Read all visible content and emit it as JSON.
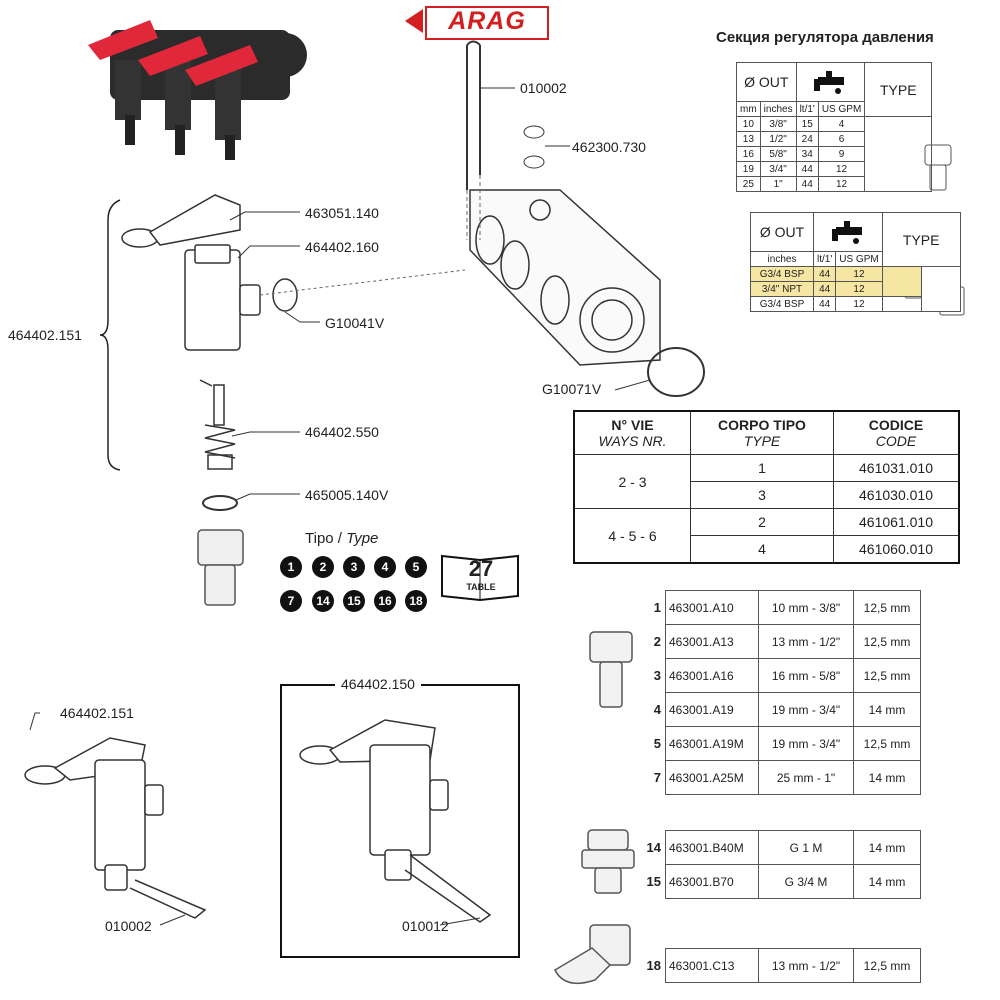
{
  "brand": "ARAG",
  "ru_title": "Секция регулятора давления",
  "labels": {
    "p010002_top": "010002",
    "p462300": "462300.730",
    "p463051": "463051.140",
    "p464402_160": "464402.160",
    "g10041v": "G10041V",
    "bracket_151": "464402.151",
    "p464402_550": "464402.550",
    "p465005": "465005.140V",
    "g10071v": "G10071V",
    "tipo": "Tipo",
    "slash": " / ",
    "type_it": "Type",
    "table_no": "27",
    "table_word": "TABLE",
    "p151_bottom": "464402.151",
    "p150": "464402.150",
    "p010002_bottom": "010002",
    "p010012": "010012"
  },
  "type_numbers": [
    "1",
    "2",
    "3",
    "4",
    "5",
    "7",
    "14",
    "15",
    "16",
    "18"
  ],
  "out_table1": {
    "h_out": "Ø OUT",
    "h_type": "TYPE",
    "sub": [
      "mm",
      "inches",
      "lt/1'",
      "US GPM"
    ],
    "rows": [
      [
        "10",
        "3/8\"",
        "15",
        "4"
      ],
      [
        "13",
        "1/2\"",
        "24",
        "6"
      ],
      [
        "16",
        "5/8\"",
        "34",
        "9"
      ],
      [
        "19",
        "3/4\"",
        "44",
        "12"
      ],
      [
        "25",
        "1\"",
        "44",
        "12"
      ]
    ]
  },
  "out_table2": {
    "h_out": "Ø OUT",
    "h_type": "TYPE",
    "sub": [
      "inches",
      "lt/1'",
      "US GPM"
    ],
    "rows": [
      [
        "G3/4 BSP",
        "44",
        "12"
      ],
      [
        "3/4\" NPT",
        "44",
        "12"
      ],
      [
        "G3/4 BSP",
        "44",
        "12"
      ]
    ]
  },
  "ways_table": {
    "h1": "N° VIE",
    "h1b": "WAYS NR.",
    "h2": "CORPO TIPO",
    "h2b": "TYPE",
    "h3": "CODICE",
    "h3b": "CODE",
    "g1": "2 - 3",
    "g2": "4 - 5 - 6",
    "rows": [
      [
        "1",
        "461031.010"
      ],
      [
        "3",
        "461030.010"
      ],
      [
        "2",
        "461061.010"
      ],
      [
        "4",
        "461060.010"
      ]
    ]
  },
  "parts_a": [
    [
      "1",
      "463001.A10",
      "10 mm - 3/8\"",
      "12,5 mm"
    ],
    [
      "2",
      "463001.A13",
      "13 mm - 1/2\"",
      "12,5 mm"
    ],
    [
      "3",
      "463001.A16",
      "16 mm - 5/8\"",
      "12,5 mm"
    ],
    [
      "4",
      "463001.A19",
      "19 mm - 3/4\"",
      "14 mm"
    ],
    [
      "5",
      "463001.A19M",
      "19 mm - 3/4\"",
      "12,5 mm"
    ],
    [
      "7",
      "463001.A25M",
      "25 mm - 1\"",
      "14 mm"
    ]
  ],
  "parts_b": [
    [
      "14",
      "463001.B40M",
      "G 1 M",
      "14 mm"
    ],
    [
      "15",
      "463001.B70",
      "G 3/4 M",
      "14 mm"
    ]
  ],
  "parts_c": [
    [
      "18",
      "463001.C13",
      "13 mm - 1/2\"",
      "12,5 mm"
    ]
  ],
  "colors": {
    "brand_red": "#d21f1f",
    "valve_red": "#e0283a",
    "highlight": "#f6e6a4"
  }
}
